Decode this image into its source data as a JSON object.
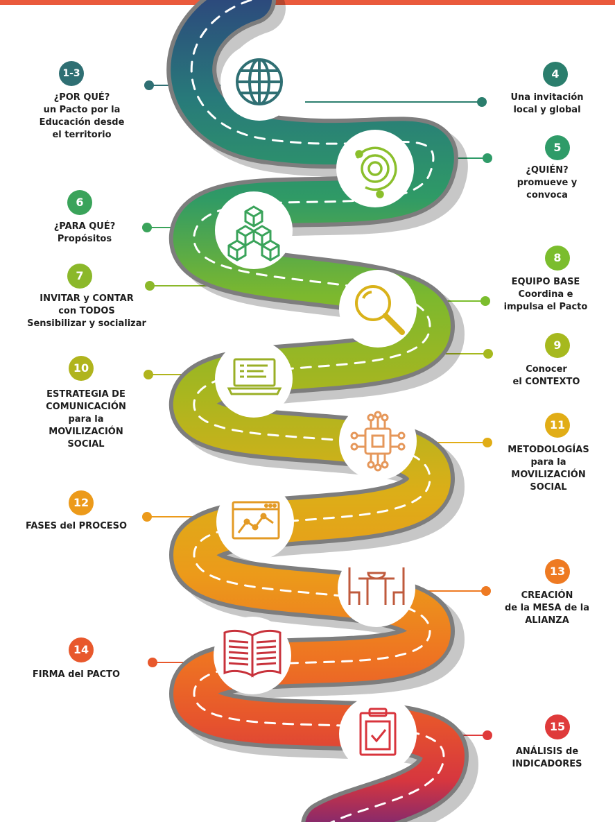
{
  "colors": {
    "top_bar": "#ea5a3c",
    "road_edge": "#7d7d7d",
    "lane_dash": "#ffffff",
    "icon_circle": "#ffffff"
  },
  "steps": [
    {
      "id": "s1",
      "number": "1-3",
      "text": "¿POR QUÉ?\nun Pacto por la\nEducación desde\nel territorio",
      "color": "#2f6f73",
      "side": "left",
      "icon": "globe-icon"
    },
    {
      "id": "s4",
      "number": "4",
      "text": "Una invitación\nlocal y global",
      "color": "#2b7e6d",
      "side": "right",
      "icon": ""
    },
    {
      "id": "s5",
      "number": "5",
      "text": "¿QUIÉN?\npromueve y\nconvoca",
      "color": "#2f9b68",
      "side": "right",
      "icon": "orbit-target-icon"
    },
    {
      "id": "s6",
      "number": "6",
      "text": "¿PARA QUÉ?\nPropósitos",
      "color": "#3aa35a",
      "side": "left",
      "icon": "cubes-icon"
    },
    {
      "id": "s7",
      "number": "7",
      "text": "INVITAR y CONTAR\ncon TODOS\nSensibilizar y socializar",
      "color": "#8bb82a",
      "side": "left",
      "icon": ""
    },
    {
      "id": "s8",
      "number": "8",
      "text": "EQUIPO BASE\nCoordina e\nimpulsa el Pacto",
      "color": "#7bbd2d",
      "side": "right",
      "icon": "magnifier-icon"
    },
    {
      "id": "s9",
      "number": "9",
      "text": "Conocer\nel CONTEXTO",
      "color": "#a6b91e",
      "side": "right",
      "icon": ""
    },
    {
      "id": "s10",
      "number": "10",
      "text": "ESTRATEGIA DE\nCOMUNICACIÓN\npara la\nMOVILIZACIÓN\nSOCIAL",
      "color": "#b0b41d",
      "side": "left",
      "icon": "laptop-icon"
    },
    {
      "id": "s11",
      "number": "11",
      "text": "METODOLOGÍAS\npara la\nMOVILIZACIÓN\nSOCIAL",
      "color": "#e1ad16",
      "side": "right",
      "icon": "chip-icon"
    },
    {
      "id": "s12",
      "number": "12",
      "text": "FASES del PROCESO",
      "color": "#ec9a1a",
      "side": "left",
      "icon": "line-chart-window-icon"
    },
    {
      "id": "s13",
      "number": "13",
      "text": "CREACIÓN\nde la MESA de la\nALIANZA",
      "color": "#ee7a22",
      "side": "right",
      "icon": "table-chairs-icon"
    },
    {
      "id": "s14",
      "number": "14",
      "text": "FIRMA del PACTO",
      "color": "#e8582c",
      "side": "left",
      "icon": "open-book-icon"
    },
    {
      "id": "s15",
      "number": "15",
      "text": "ANÁLISIS de\nINDICADORES",
      "color": "#df3a3a",
      "side": "right",
      "icon": "clipboard-check-icon"
    }
  ]
}
